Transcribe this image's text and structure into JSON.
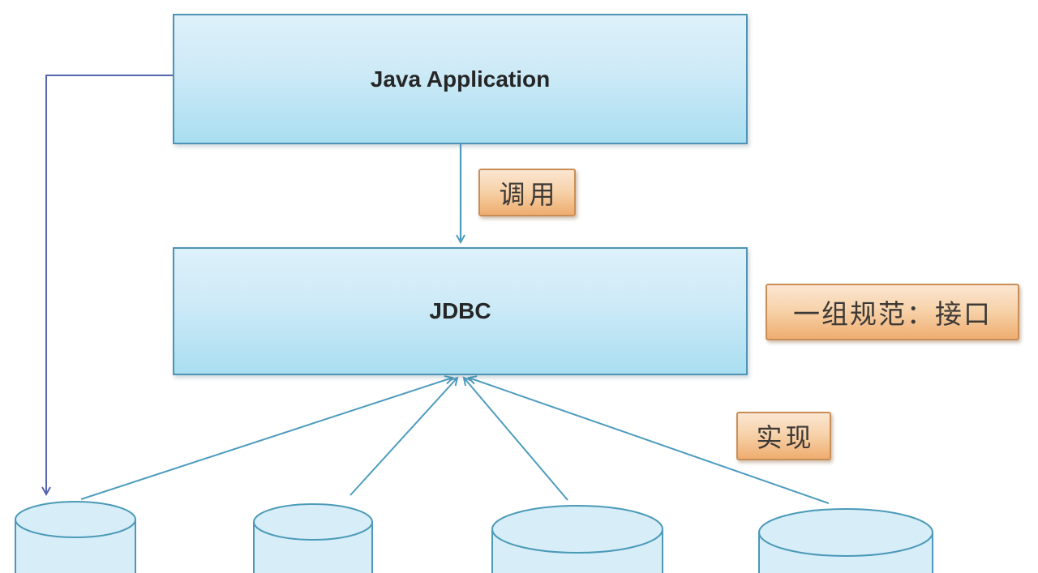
{
  "diagram": {
    "type": "architecture-diagram",
    "topic": "JDBC",
    "background_color": "#ffffff",
    "nodes": {
      "java_application": {
        "label": "Java Application"
      },
      "jdbc": {
        "label": "JDBC"
      }
    },
    "annotations": {
      "call": {
        "label": "调用"
      },
      "specification": {
        "label": "一组规范：接口"
      },
      "implementation": {
        "label": "实现"
      }
    },
    "databases": {
      "count": 4,
      "shape": "cylinder",
      "labels": [
        "",
        "",
        "",
        ""
      ]
    },
    "edges": [
      {
        "from": "java_application",
        "to": "jdbc",
        "label": "调用",
        "arrow_at": "jdbc"
      },
      {
        "from": "java_application",
        "to": "database-1",
        "label": "",
        "arrow_at": "database-1"
      },
      {
        "from": "database-1",
        "to": "jdbc",
        "label": "实现",
        "arrow_at": "jdbc"
      },
      {
        "from": "database-2",
        "to": "jdbc",
        "label": "实现",
        "arrow_at": "jdbc"
      },
      {
        "from": "database-3",
        "to": "jdbc",
        "label": "实现",
        "arrow_at": "jdbc"
      },
      {
        "from": "database-4",
        "to": "jdbc",
        "label": "实现",
        "arrow_at": "jdbc"
      }
    ],
    "colors": {
      "node_fill_top": "#ddf1fa",
      "node_fill_bottom": "#a9def1",
      "node_border": "#4f93b5",
      "node_text": "#262626",
      "cylinder_fill": "#d7edf8",
      "cylinder_border": "#4a9ab8",
      "teal_connector": "#4d9cbe",
      "indigo_connector": "#5464ae",
      "label_fill_top": "#fbe6d2",
      "label_fill_bottom": "#efad70",
      "label_border": "#c98e55",
      "label_text": "#3c3936"
    }
  }
}
